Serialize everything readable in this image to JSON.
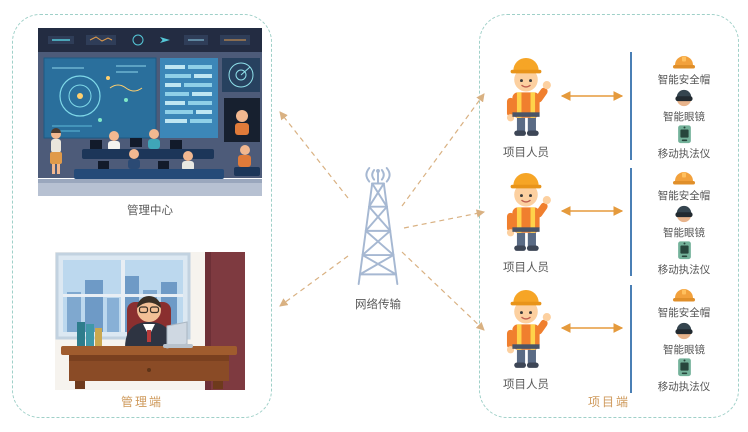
{
  "management": {
    "box_label": "管理端",
    "control_center": {
      "label": "管理中心"
    }
  },
  "network": {
    "label": "网络传输"
  },
  "project": {
    "box_label": "项目端",
    "workers": [
      {
        "label": "项目人员",
        "devices": [
          {
            "name": "智能安全帽"
          },
          {
            "name": "智能眼镜"
          },
          {
            "name": "移动执法仪"
          }
        ]
      },
      {
        "label": "项目人员",
        "devices": [
          {
            "name": "智能安全帽"
          },
          {
            "name": "智能眼镜"
          },
          {
            "name": "移动执法仪"
          }
        ]
      },
      {
        "label": "项目人员",
        "devices": [
          {
            "name": "智能安全帽"
          },
          {
            "name": "智能眼镜"
          },
          {
            "name": "移动执法仪"
          }
        ]
      }
    ]
  },
  "icons": {
    "worker": "construction-worker-icon",
    "helmet": "smart-helmet-icon",
    "glasses": "smart-glasses-icon",
    "recorder": "mobile-recorder-icon",
    "tower": "transmission-tower-icon",
    "control_room": "control-room-illustration",
    "office": "office-desk-illustration"
  },
  "colors": {
    "box_border": "#9fd0c8",
    "section_label": "#cf9a5c",
    "connector": "#d9b182",
    "arrow": "#e59a3c",
    "device_bar": "#4a7fb5",
    "text": "#5a5a5a"
  }
}
